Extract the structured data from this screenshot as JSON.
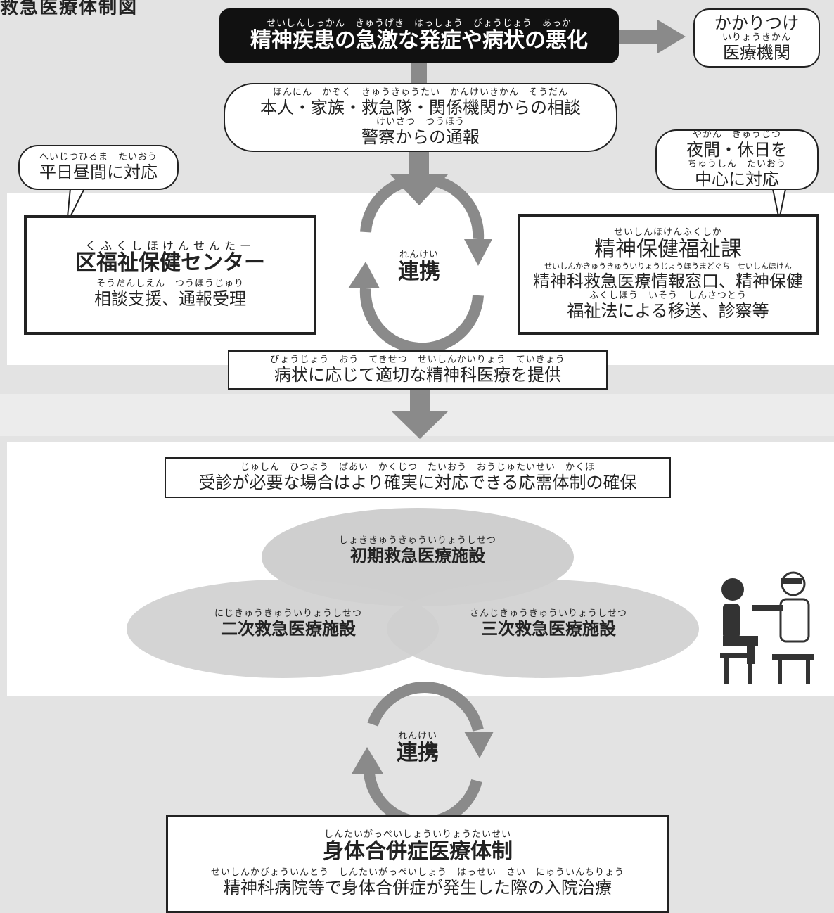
{
  "page_title": "救急医療体制図",
  "top_box": {
    "ruby": "せいしんしっかん　きゅうげき　はっしょう　びょうじょう　あっか",
    "text": "精神疾患の急激な発症や病状の悪化"
  },
  "clinic_box": {
    "line1": "かかりつけ",
    "ruby": "いりょうきかん",
    "line2": "医療機関"
  },
  "consult_box": {
    "ruby1": "ほんにん　かぞく　きゅうきゅうたい　かんけいきかん　そうだん",
    "line1": "本人・家族・救急隊・関係機関からの相談",
    "ruby2": "けいさつ　つうほう",
    "line2": "警察からの通報"
  },
  "weekday_bubble": {
    "ruby": "へいじつひるま　たいおう",
    "text": "平日昼間に対応"
  },
  "night_bubble": {
    "ruby1": "やかん　きゅうじつ",
    "line1": "夜間・休日を",
    "ruby2": "ちゅうしん　たいおう",
    "line2": "中心に対応"
  },
  "ward_center": {
    "ruby": "くふくしほけんせんたー",
    "title": "区福祉保健センター",
    "sub_ruby": "そうだんしえん　つうほうじゅり",
    "sub": "相談支援、通報受理"
  },
  "link_upper": {
    "ruby": "れんけい",
    "text": "連携"
  },
  "mental_dept": {
    "ruby": "せいしんほけんふくしか",
    "title": "精神保健福祉課",
    "ruby2": "せいしんかきゅうきゅういりょうじょうほうまどぐち　せいしんほけん",
    "line2": "精神科救急医療情報窓口、精神保健",
    "ruby3": "ふくしほう　いそう　しんさつとう",
    "line3": "福祉法による移送、診察等"
  },
  "provide_box": {
    "ruby": "びょうじょう　おう　てきせつ　せいしんかいりょう　ていきょう",
    "text": "病状に応じて適切な精神科医療を提供"
  },
  "ensure_box": {
    "ruby": "じゅしん　ひつよう　ばあい　かくじつ　たいおう　おうじゅたいせい　かくほ",
    "text": "受診が必要な場合はより確実に対応できる応需体制の確保"
  },
  "facility_primary": {
    "ruby": "しょききゅうきゅういりょうしせつ",
    "text": "初期救急医療施設"
  },
  "facility_secondary": {
    "ruby": "にじきゅうきゅういりょうしせつ",
    "text": "二次救急医療施設"
  },
  "facility_tertiary": {
    "ruby": "さんじきゅうきゅういりょうしせつ",
    "text": "三次救急医療施設"
  },
  "link_lower": {
    "ruby": "れんけい",
    "text": "連携"
  },
  "physical_box": {
    "ruby": "しんたいがっぺいしょういりょうたいせい",
    "title": "身体合併症医療体制",
    "sub_ruby": "せいしんかびょういんとう　しんたいがっぺいしょう　はっせい　さい　にゅういんちりょう",
    "sub": "精神科病院等で身体合併症が発生した際の入院治療"
  },
  "colors": {
    "arrow": "#8a8a8a",
    "ellipse": "#cfcfcf",
    "dark_box": "#111111"
  }
}
